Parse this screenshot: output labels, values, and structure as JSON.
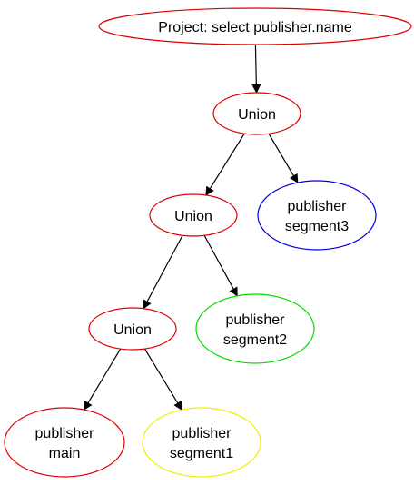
{
  "diagram": {
    "nodes": [
      {
        "id": "project",
        "lines": [
          "Project: select publisher.name"
        ],
        "color": "#dd0000"
      },
      {
        "id": "union1",
        "lines": [
          "Union"
        ],
        "color": "#dd0000"
      },
      {
        "id": "union2",
        "lines": [
          "Union"
        ],
        "color": "#dd0000"
      },
      {
        "id": "union3",
        "lines": [
          "Union"
        ],
        "color": "#dd0000"
      },
      {
        "id": "segment3",
        "lines": [
          "publisher",
          "segment3"
        ],
        "color": "#0000dd"
      },
      {
        "id": "segment2",
        "lines": [
          "publisher",
          "segment2"
        ],
        "color": "#00dd00"
      },
      {
        "id": "main",
        "lines": [
          "publisher",
          "main"
        ],
        "color": "#dd0000"
      },
      {
        "id": "segment1",
        "lines": [
          "publisher",
          "segment1"
        ],
        "color": "#eeee00"
      }
    ],
    "edges": [
      {
        "from": "project",
        "to": "union1"
      },
      {
        "from": "union1",
        "to": "union2"
      },
      {
        "from": "union1",
        "to": "segment3"
      },
      {
        "from": "union2",
        "to": "union3"
      },
      {
        "from": "union2",
        "to": "segment2"
      },
      {
        "from": "union3",
        "to": "main"
      },
      {
        "from": "union3",
        "to": "segment1"
      }
    ]
  }
}
